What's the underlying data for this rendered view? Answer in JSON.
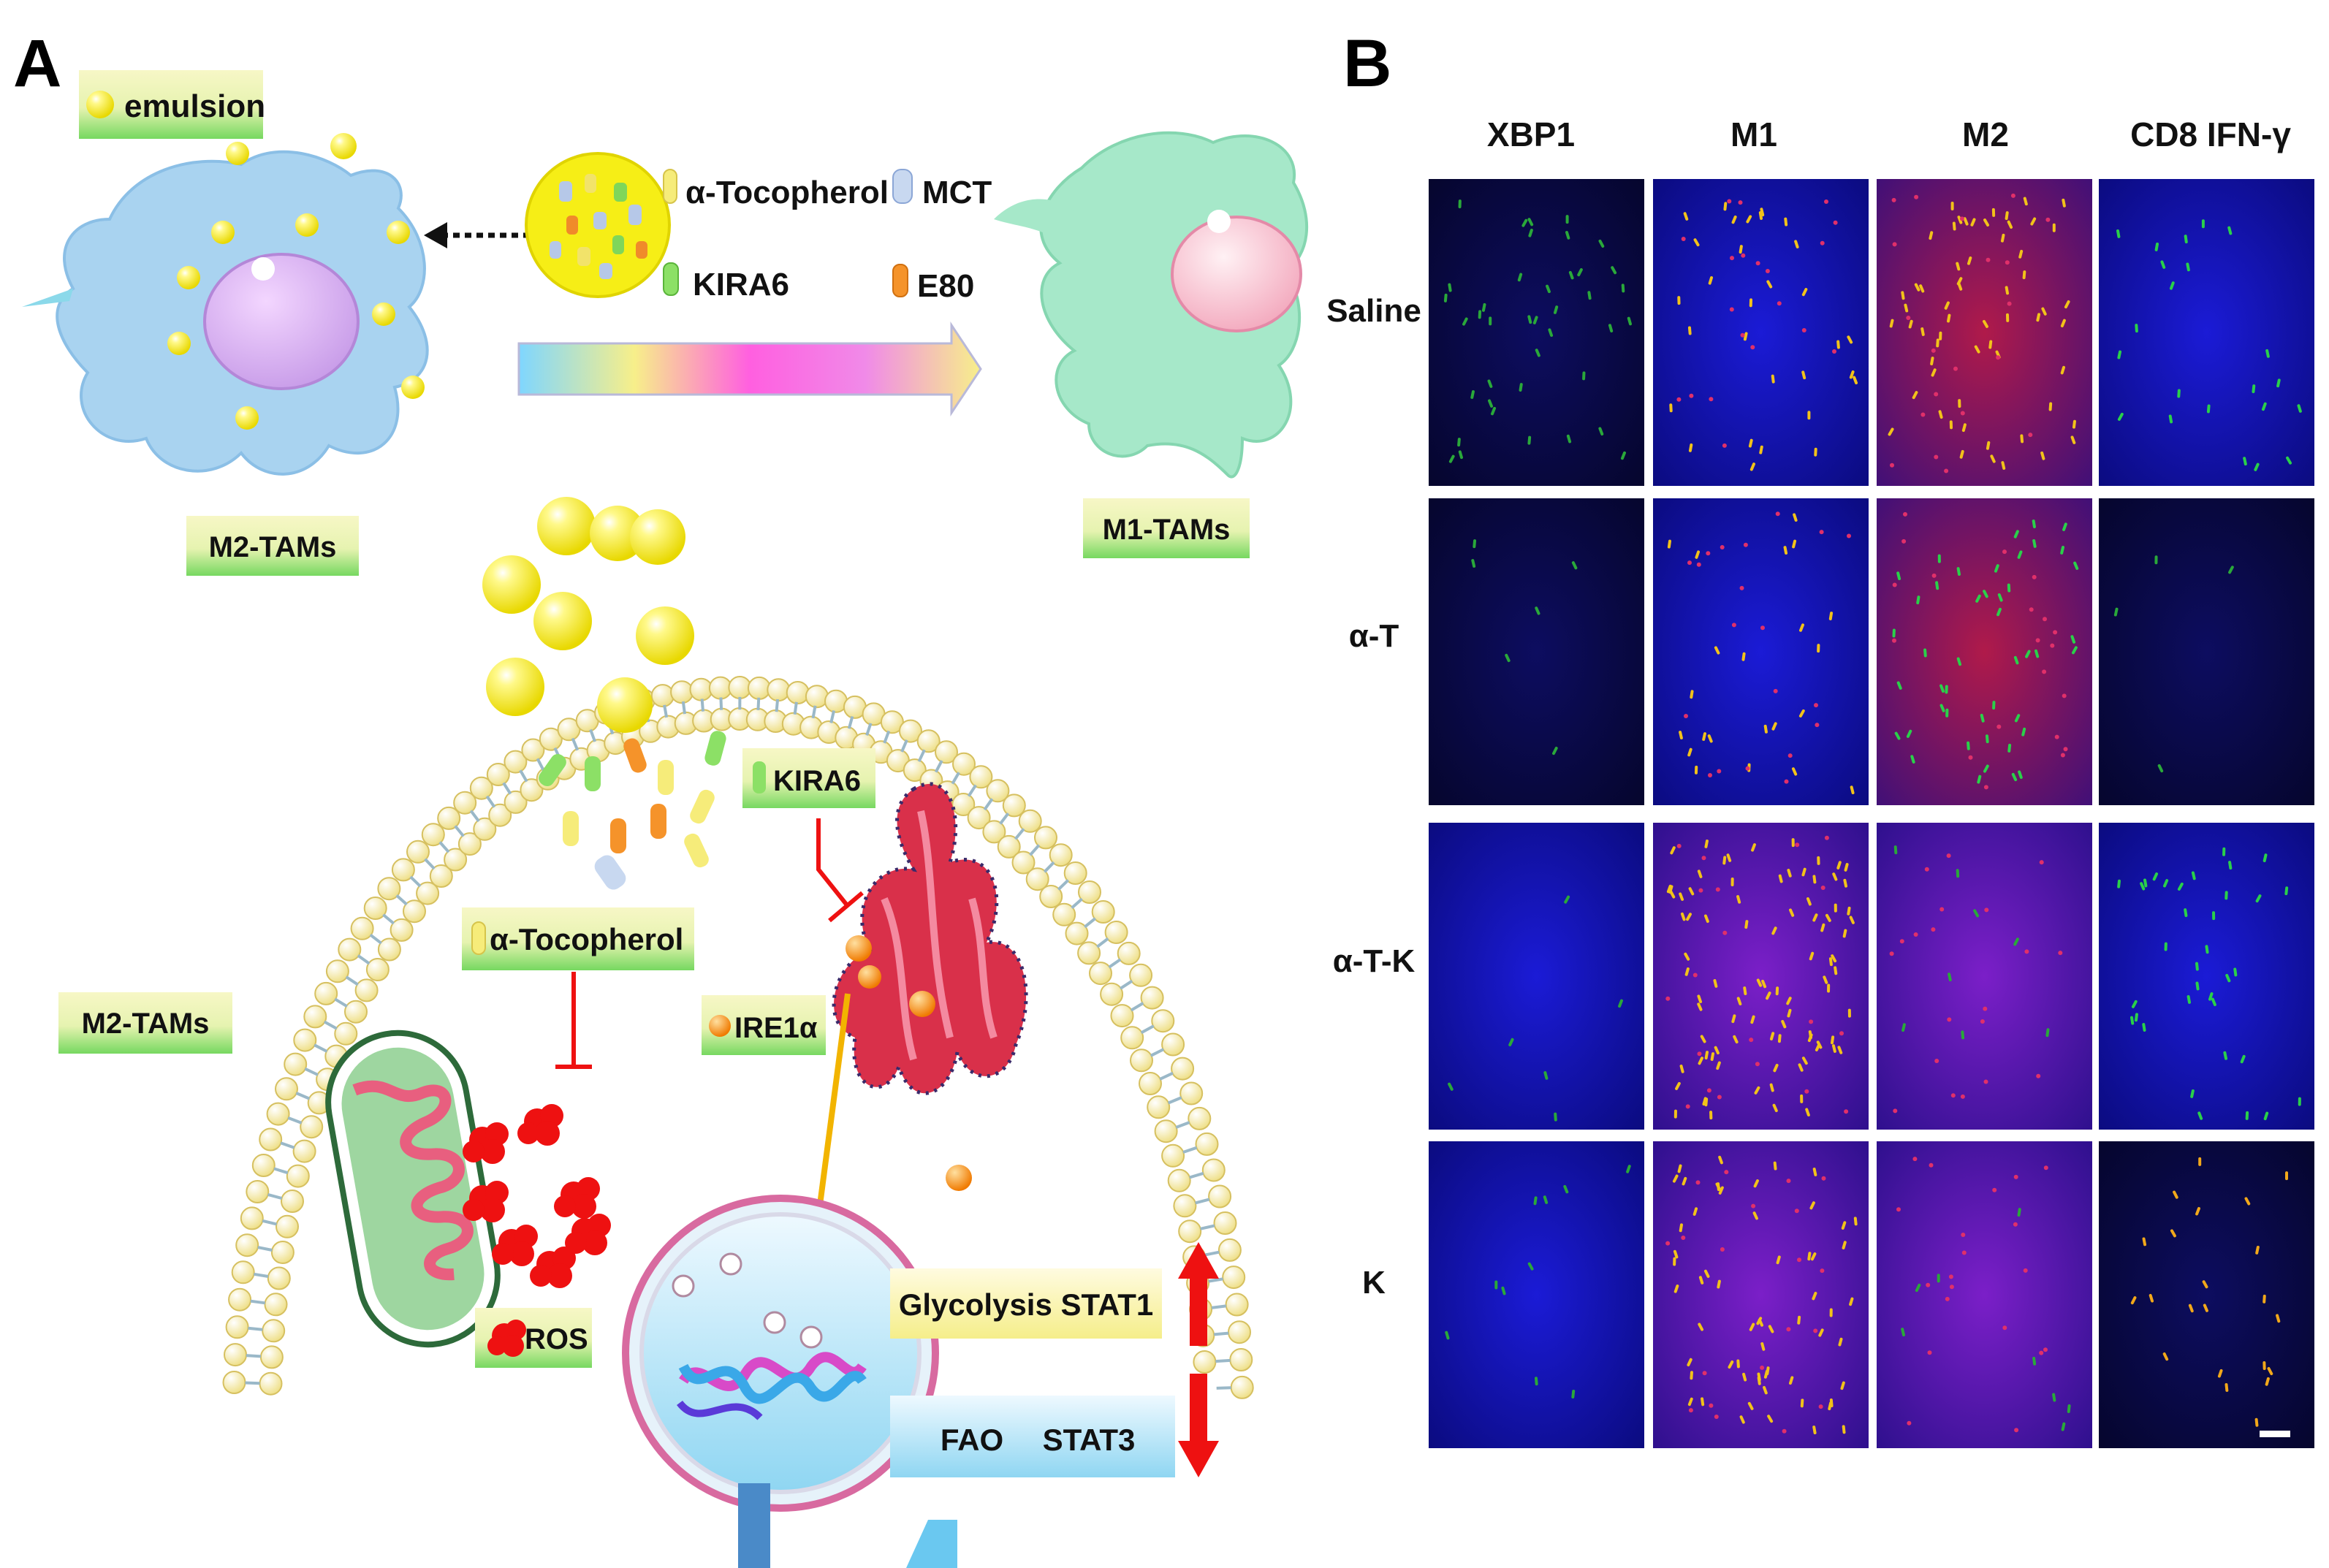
{
  "panel_a": {
    "letter": "A",
    "legend_emulsion": "emulsion",
    "legend_components": [
      "α-Tocopherol",
      "MCT",
      "KIRA6",
      "E80"
    ],
    "cell_left_label": "M2-TAMs",
    "cell_right_label": "M1-TAMs",
    "inner_cell_label": "M2-TAMs",
    "kira6_label": "KIRA6",
    "tocopherol_label": "α-Tocopherol",
    "ire1a_label": "IRE1α",
    "ros_label": "ROS",
    "up_box": "Glycolysis  STAT1",
    "down_box_1": "FAO",
    "down_box_2": "STAT3"
  },
  "panel_b": {
    "letter": "B",
    "columns": [
      "XBP1",
      "M1",
      "M2",
      "CD8 IFN-γ"
    ],
    "rows": [
      "Saline",
      "α-T",
      "α-T-K",
      "K"
    ]
  },
  "colors": {
    "emulsion_yellow": "#f4ea1a",
    "m2_cell": "#a9d3f0",
    "m1_cell": "#a6e8c9",
    "label_green": "#8fe06a",
    "membrane_bead": "#f8eeaa",
    "er_red": "#d9304a",
    "ros_red": "#ee1111",
    "nucleus_blue": "#c4ecf8",
    "up_arrow": "#ee1111",
    "stain_blue": "#1414c8"
  },
  "icons": [
    "up-arrow-icon",
    "down-arrow-icon",
    "inhibition-icon",
    "scale-bar"
  ]
}
